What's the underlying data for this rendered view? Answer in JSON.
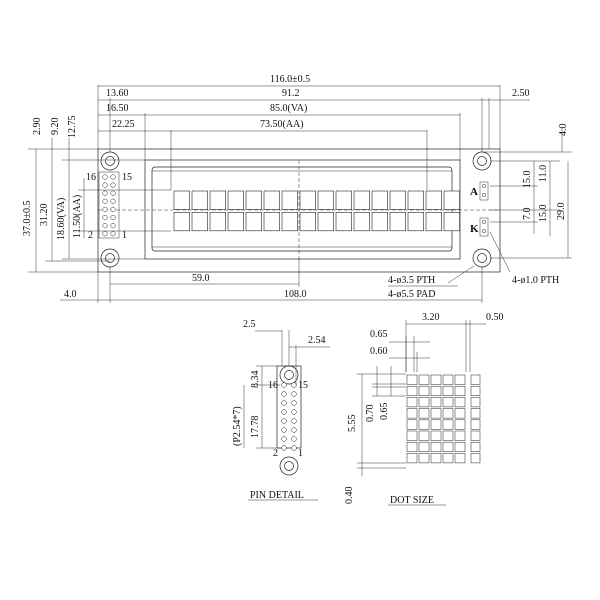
{
  "top_dims": {
    "overall_width": "116.0±0.5",
    "d_13_60": "13.60",
    "d_91_2": "91.2",
    "d_16_50": "16.50",
    "va_width": "85.0(VA)",
    "d_22_25": "22.25",
    "aa_width": "73.50(AA)",
    "right_margin": "2.50"
  },
  "left_dims": {
    "d_2_90": "2.90",
    "d_9_20": "9.20",
    "d_12_75": "12.75",
    "overall_height": "37.0±0.5",
    "d_31_20": "31.20",
    "va_height": "18.60(VA)",
    "aa_height": "11.50(AA)"
  },
  "right_dims": {
    "d_4_0": "4.0",
    "d_15_0a": "15.0",
    "d_11_0": "11.0",
    "d_7_0": "7.0",
    "d_15_0b": "15.0",
    "d_29_0": "29.0"
  },
  "bottom_dims": {
    "d_59_0": "59.0",
    "d_4_0": "4.0",
    "d_108_0": "108.0"
  },
  "pins": {
    "p16": "16",
    "p15": "15",
    "p2": "2",
    "p1": "1",
    "a_label": "A",
    "k_label": "K"
  },
  "hole_notes": {
    "pth": "4-ø3.5 PTH",
    "pad": "4-ø5.5 PAD",
    "small_pth": "4-ø1.0 PTH"
  },
  "pin_detail": {
    "title": "PIN DETAIL",
    "d_2_5": "2.5",
    "d_2_54": "2.54",
    "d_8_34": "8.34",
    "d_17_78": "17.78",
    "pitch": "(P2.54*7)",
    "p16": "16",
    "p15": "15",
    "p2": "2",
    "p1": "1"
  },
  "dot_size": {
    "title": "DOT SIZE",
    "d_3_20": "3.20",
    "d_0_50": "0.50",
    "d_0_65a": "0.65",
    "d_0_60": "0.60",
    "d_5_55": "5.55",
    "d_0_70": "0.70",
    "d_0_65b": "0.65",
    "d_0_40": "0.40"
  },
  "display": {
    "columns": 16,
    "rows": 2
  }
}
